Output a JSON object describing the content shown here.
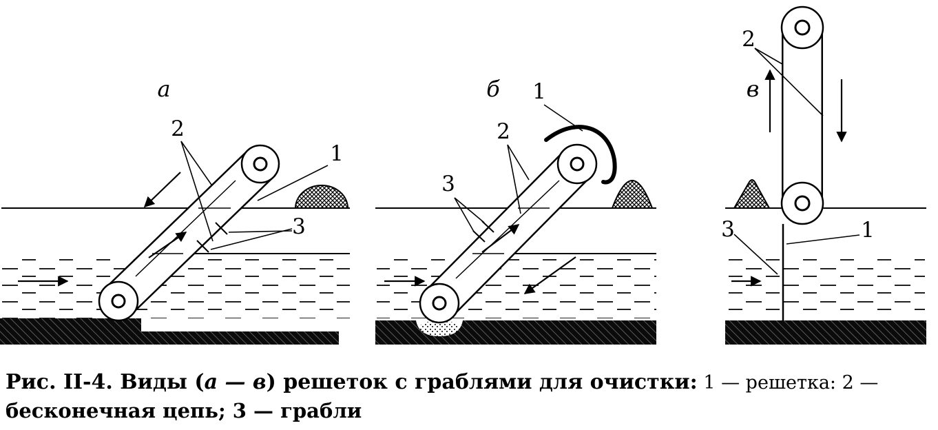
{
  "figure": {
    "caption": {
      "b1": "Рис. II-4. Виды (",
      "italic": "а — в",
      "b2": ") решеток с граблями для очистки:",
      "rest": " 1 — решетка: 2 —",
      "line2": "бесконечная цепь; 3 — грабли"
    },
    "panels": [
      {
        "id": "a",
        "letter": "а",
        "labels": {
          "grate": "1",
          "chain": "2",
          "rake": "3"
        }
      },
      {
        "id": "b",
        "letter": "б",
        "labels": {
          "grate": "1",
          "chain": "2",
          "rake": "3"
        }
      },
      {
        "id": "v",
        "letter": "в",
        "labels": {
          "grate": "1",
          "chain": "2",
          "rake": "3"
        }
      }
    ]
  },
  "colors": {
    "ink": "#000000",
    "paper": "#ffffff"
  }
}
